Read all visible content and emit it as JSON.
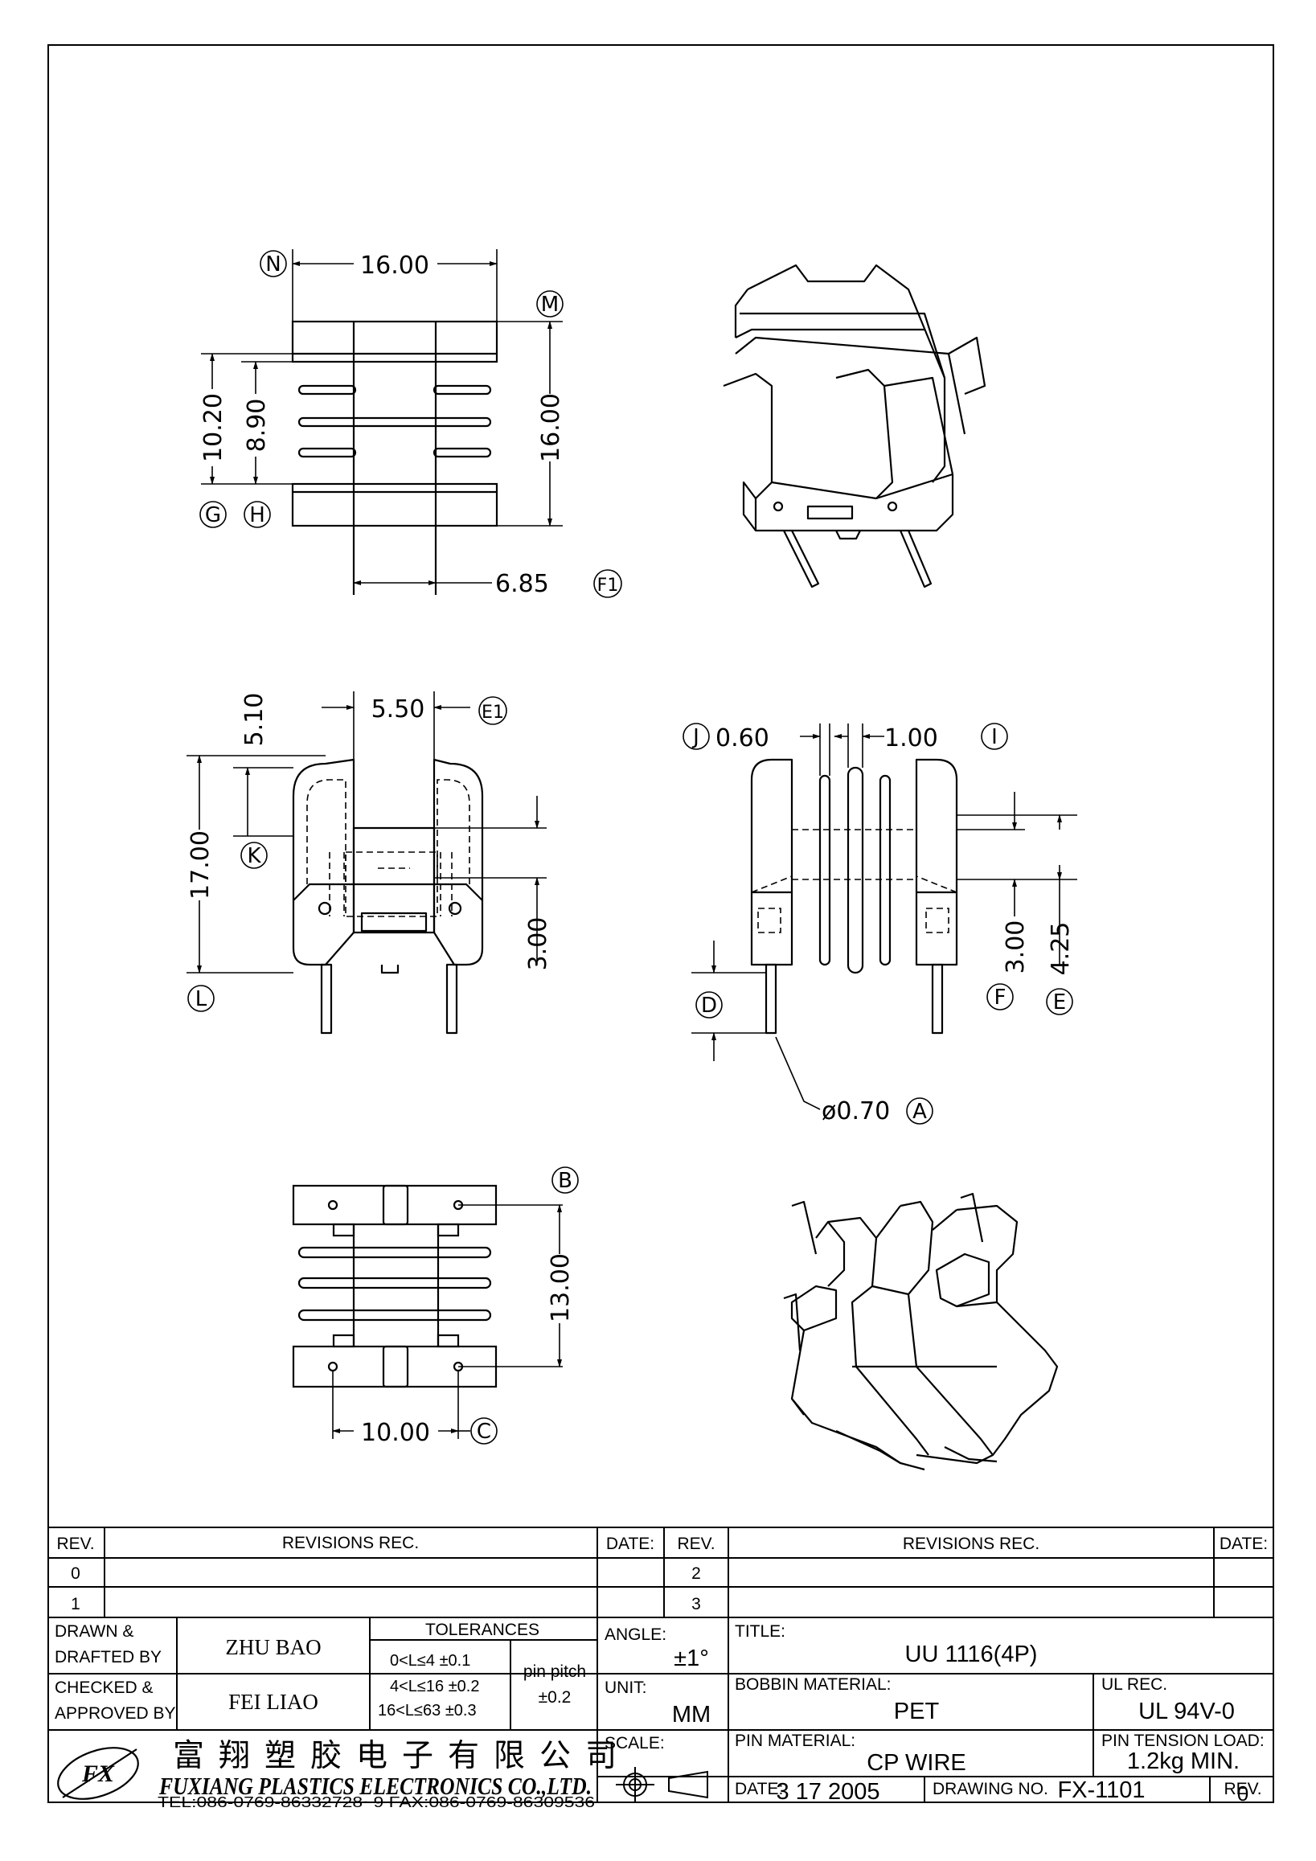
{
  "drawing": {
    "top_view": {
      "width_dim": "16.00",
      "height_dim": "16.00",
      "outer_height_dim": "10.20",
      "inner_height_dim": "8.90",
      "slot_dim": "6.85",
      "labels": {
        "N": "N",
        "M": "M",
        "G": "G",
        "H": "H",
        "F1": "F1"
      }
    },
    "front_view": {
      "top_dim": "5.10",
      "opening_dim": "5.50",
      "height_dim": "17.00",
      "pin_dim": "3.00",
      "labels": {
        "E1": "E1",
        "K": "K",
        "L": "L"
      }
    },
    "side_view": {
      "flange_dim": "0.60",
      "gap_dim": "1.00",
      "pin_dim": "3.00",
      "slot_dim": "4.25",
      "pin_diameter": "ø0.70",
      "labels": {
        "J": "J",
        "I": "I",
        "D": "D",
        "F": "F",
        "E": "E",
        "A": "A"
      }
    },
    "bottom_view": {
      "pin_row_dim": "13.00",
      "pin_span_dim": "10.00",
      "labels": {
        "B": "B",
        "C": "C"
      }
    }
  },
  "title_block": {
    "header": {
      "rev": "REV.",
      "revisions": "REVISIONS   REC.",
      "date": "DATE:",
      "rev2": "REV.",
      "revisions2": "REVISIONS   REC.",
      "date2": "DATE:"
    },
    "rows": [
      {
        "left": "0",
        "right": "2"
      },
      {
        "left": "1",
        "right": "3"
      }
    ],
    "drawn_label_1": "DRAWN  &",
    "drawn_label_2": "DRAFTED  BY",
    "drawn_by": "ZHU  BAO",
    "checked_label_1": "CHECKED  &",
    "checked_label_2": "APPROVED  BY",
    "checked_by": "FEI  LIAO",
    "tolerances": {
      "title": "TOLERANCES",
      "rows": [
        "0<L≤4    ±0.1",
        "4<L≤16  ±0.2",
        "16<L≤63  ±0.3"
      ],
      "pin_pitch_label": "pin  pitch",
      "pin_pitch_value": "±0.2"
    },
    "angle_label": "ANGLE:",
    "angle_value": "±1°",
    "unit_label": "UNIT:",
    "unit_value": "MM",
    "scale_label": "SCALE:",
    "title_label": "TITLE:",
    "title_value": "UU  1116(4P)",
    "bobbin_label": "BOBBIN  MATERIAL:",
    "bobbin_value": "PET",
    "ul_label": "UL  REC.",
    "ul_value": "UL  94V-0",
    "pin_material_label": "PIN  MATERIAL:",
    "pin_material_value": "CP  WIRE",
    "pin_tension_label": "PIN  TENSION  LOAD:",
    "pin_tension_value": "1.2kg  MIN.",
    "date_label": "DATE:",
    "date_value": "3   17   2005",
    "drawing_no_label": "DRAWING  NO.",
    "drawing_no_value": "FX-1101",
    "rev_label": "REV.",
    "rev_value": "0",
    "company_cn": "富翔塑胶电子有限公司",
    "company_en": "FUXIANG  PLASTICS  ELECTRONICS  CO.,LTD.",
    "company_contact": "TEL:086-0769-86332728~9   FAX:086-0769-86309536",
    "logo_text": "FX"
  }
}
